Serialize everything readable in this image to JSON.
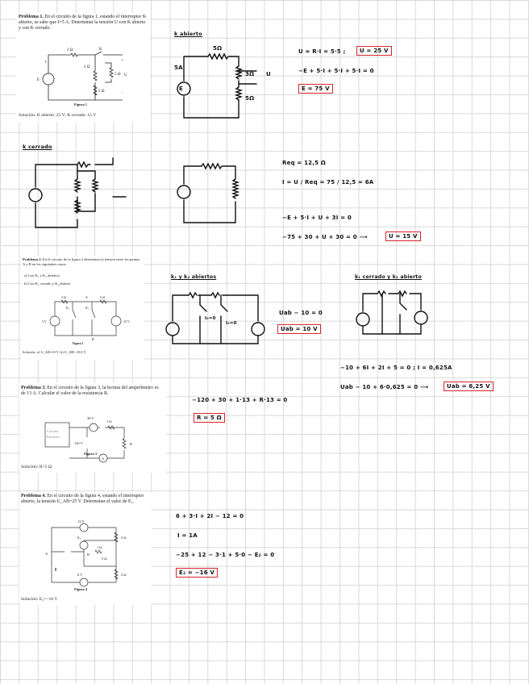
{
  "p1": {
    "heading": "Problema 1.",
    "text": " En el circuito de la figura 1, estando el interruptor K abierto, se sabe que I=5 A. Determinar la tensión U con K abierto y con K cerrado.",
    "figure": "Figura 1",
    "solution": "Solución: K abierto: 25 V; K cerrado: 15 V",
    "labels": {
      "r1": "3 Ω",
      "k": "K",
      "r2": "2 Ω",
      "r3": "5 Ω",
      "r4": "5 Ω",
      "i": "I",
      "e": "E",
      "u": "U",
      "plus": "+",
      "minus": "−"
    }
  },
  "p2": {
    "heading": "Problema 2.",
    "text": " En el circuito de la figura 2 determinar la tensión entre los puntos A y B en los siguientes casos:",
    "a": "a)  Con K₁ y K₂ abiertos.",
    "b": "b)  Con K₁ cerrado y K₂ abierto.",
    "figure": "Figura 2",
    "solution": "Solución: a) U_AB=10 V; b) U_AB= 25/4 V",
    "labels": {
      "r1": "2 Ω",
      "a": "A",
      "r2": "6 Ω",
      "k1": "K₁",
      "k2": "K₂",
      "b": "B",
      "v1": "5 V",
      "v2": "10 V"
    }
  },
  "p3": {
    "heading": "Problema 3.",
    "text": " En el circuito de la figura 3, la lectura del amperímetro es de 13 A. Calcular el valor de la resistencia R.",
    "figure": "Figura 3",
    "solution": "Solución: R=5 Ω",
    "labels": {
      "v1": "30 V",
      "r1": "1 Ω",
      "box1": "Circuito",
      "box2": "Eléctrico",
      "v2": "120 V",
      "a": "A",
      "r": "R"
    }
  },
  "p4": {
    "heading": "Problema 4.",
    "text": " En el circuito de la figura 4, estando el interruptor abierto, la tensión U_AB=25 V. Determinar el valor de E₂.",
    "figure": "Figura 4",
    "solution": "Solución: E₂=−16 V",
    "labels": {
      "v12": "12 V",
      "r3": "3 Ω",
      "e2": "E₂",
      "r1": "1 Ω",
      "r2": "2 Ω",
      "a": "A",
      "b": "B",
      "v6": "6 V",
      "r5": "5 Ω",
      "i": "I"
    }
  },
  "notes": {
    "k_abierto": "k abierto",
    "n_5o": "5Ω",
    "n_5a": "5A",
    "n_3o": "3Ω",
    "n_5o2": "5Ω",
    "n_u": "U",
    "n_e": "E",
    "eq1": "U = R·I = 5·5 ;",
    "ans1": "U = 25 V",
    "eq2": "−E + 5·I + 5·I + 5·I = 0",
    "ans2": "E = 75 V",
    "k_cerrado": "k cerrado",
    "req": "Req = 12,5 Ω",
    "eq3": "I = U / Req = 75 / 12,5 = 6A",
    "eq4": "−E + 5·I + U + 3I = 0",
    "eq5": "−75 + 30 + U + 30 = 0 ⟶",
    "ans3": "U = 15 V",
    "k12_abiertos": "k₁ y k₂ abiertos",
    "k1_cerrado": "k₁ cerrado y k₂ abierto",
    "eq6": "Uab − 10 = 0",
    "ans4": "Uab = 10 V",
    "eq7": "−10 + 6I + 2I + 5 = 0  ;  I = 0,625A",
    "eq8": "Uab − 10 + 6·0,625 = 0 ⟶",
    "ans5": "Uab = 6,25 V",
    "eq9": "−120 + 30 + 1·13 + R·13 = 0",
    "ans6": "R = 5 Ω",
    "eq10": "6 + 3·I + 2I − 12 = 0",
    "eq11": "I = 1A",
    "eq12": "−25 + 12 − 3·1 + 5·0 − E₂ = 0",
    "ans7": "E₂ = −16 V",
    "i0": "I₀=0",
    "i0b": "I₀=0"
  }
}
